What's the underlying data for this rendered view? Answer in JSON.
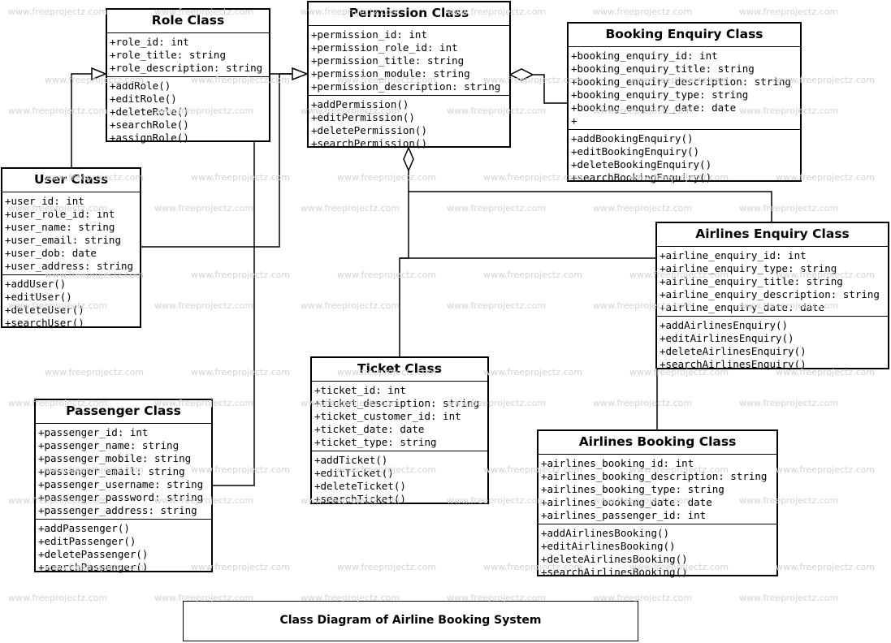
{
  "watermark": "www.freeprojectz.com",
  "caption": "Class Diagram of Airline Booking System",
  "classes": {
    "role": {
      "title": "Role Class",
      "attributes": [
        "+role_id: int",
        "+role_title: string",
        "+role_description: string"
      ],
      "methods": [
        "+addRole()",
        "+editRole()",
        "+deleteRole()",
        "+searchRole()",
        "+assignRole()"
      ]
    },
    "permission": {
      "title": "Permission Class",
      "attributes": [
        "+permission_id: int",
        "+permission_role_id: int",
        "+permission_title: string",
        "+permission_module: string",
        "+permission_description: string"
      ],
      "methods": [
        "+addPermission()",
        "+editPermission()",
        "+deletePermission()",
        "+searchPermission()"
      ]
    },
    "booking_enquiry": {
      "title": "Booking Enquiry Class",
      "attributes": [
        "+booking_enquiry_id: int",
        "+booking_enquiry_title: string",
        "+booking_enquiry_description: string",
        "+booking_enquiry_type: string",
        "+booking_enquiry_date: date",
        "+"
      ],
      "methods": [
        "+addBookingEnquiry()",
        "+editBookingEnquiry()",
        "+deleteBookingEnquiry()",
        "+searchBookingEnquiry()"
      ]
    },
    "user": {
      "title": "User Class",
      "attributes": [
        "+user_id: int",
        "+user_role_id: int",
        "+user_name: string",
        "+user_email: string",
        "+user_dob: date",
        "+user_address: string"
      ],
      "methods": [
        "+addUser()",
        "+editUser()",
        "+deleteUser()",
        "+searchUser()"
      ]
    },
    "airlines_enquiry": {
      "title": "Airlines Enquiry Class",
      "attributes": [
        "+airline_enquiry_id: int",
        "+airline_enquiry_type: string",
        "+airline_enquiry_title: string",
        "+airline_enquiry_description: string",
        "+airline_enquiry_date: date"
      ],
      "methods": [
        "+addAirlinesEnquiry()",
        "+editAirlinesEnquiry()",
        "+deleteAirlinesEnquiry()",
        "+searchAirlinesEnquiry()"
      ]
    },
    "ticket": {
      "title": "Ticket Class",
      "attributes": [
        "+ticket_id: int",
        "+ticket_description: string",
        "+ticket_customer_id: int",
        "+ticket_date: date",
        "+ticket_type: string"
      ],
      "methods": [
        "+addTicket()",
        "+editTicket()",
        "+deleteTicket()",
        "+searchTicket()"
      ]
    },
    "passenger": {
      "title": "Passenger Class",
      "attributes": [
        "+passenger_id: int",
        "+passenger_name: string",
        "+passenger_mobile: string",
        "+passenger_email: string",
        "+passenger_username: string",
        "+passenger_password: string",
        "+passenger_address: string"
      ],
      "methods": [
        "+addPassenger()",
        "+editPassenger()",
        "+deletePassenger()",
        "+searchPassenger()"
      ]
    },
    "airlines_booking": {
      "title": "Airlines Booking Class",
      "attributes": [
        "+airlines_booking_id: int",
        "+airlines_booking_description: string",
        "+airlines_booking_type: string",
        "+airlines_booking_date: date",
        "+airlines_passenger_id: int"
      ],
      "methods": [
        "+addAirlinesBooking()",
        "+editAirlinesBooking()",
        "+deleteAirlinesBooking()",
        "+searchAirlinesBooking()"
      ]
    }
  }
}
